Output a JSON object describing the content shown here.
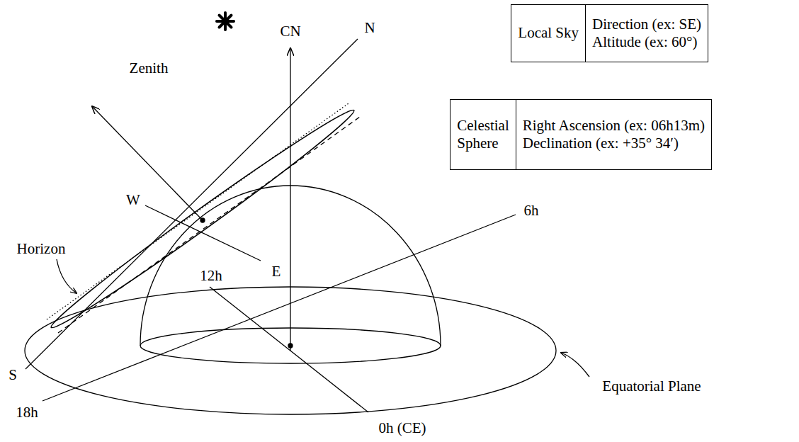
{
  "diagram": {
    "nodes": [
      {
        "text": [
          "Local Sky",
          "Direction (ex: SE)",
          "Altitude (ex: 60°)"
        ]
      },
      {
        "text": [
          "Celestial Sphere",
          "Right Ascension (ex: 06h13m)",
          "Declination (ex: +35° 34′)"
        ]
      }
    ],
    "labels": [
      "Zenith",
      "CN",
      "N",
      "W",
      "E",
      "S",
      "Horizon",
      "12h",
      "6h",
      "18h",
      "0h (CE)",
      "Equatorial Plane"
    ]
  }
}
